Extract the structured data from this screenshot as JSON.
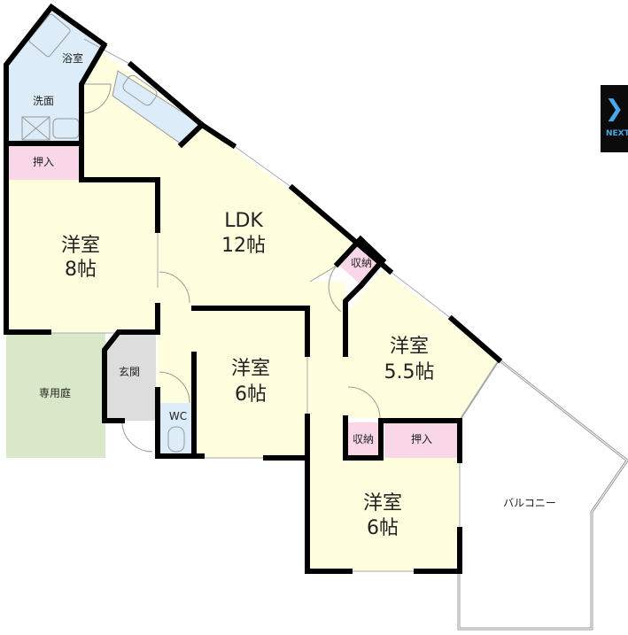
{
  "colors": {
    "room_fill": "#ffffe0",
    "wet_fill": "#dcecf8",
    "storage_fill": "#f9d6e8",
    "garden_fill": "#d9e8c8",
    "entrance_fill": "#dddddd",
    "wall": "#000000",
    "next_bg": "#0b0b0b",
    "next_fg": "#4aa8e8"
  },
  "rooms": {
    "bath": {
      "label": "浴室"
    },
    "washroom": {
      "label": "洗面"
    },
    "closet_1": {
      "label": "押入"
    },
    "western_8": {
      "name": "洋室",
      "size": "8帖"
    },
    "ldk": {
      "name": "LDK",
      "size": "12帖"
    },
    "storage_1": {
      "label": "収納"
    },
    "western_55": {
      "name": "洋室",
      "size": "5.5帖"
    },
    "storage_2": {
      "label": "収納"
    },
    "closet_2": {
      "label": "押入"
    },
    "western_6a": {
      "name": "洋室",
      "size": "6帖"
    },
    "western_6b": {
      "name": "洋室",
      "size": "6帖"
    },
    "entrance": {
      "label": "玄関"
    },
    "wc": {
      "label": "WC"
    },
    "garden": {
      "label": "専用庭"
    },
    "balcony": {
      "label": "バルコニー"
    }
  },
  "nav": {
    "next_icon": "chevron-right-icon",
    "next_label": "NEXT"
  }
}
